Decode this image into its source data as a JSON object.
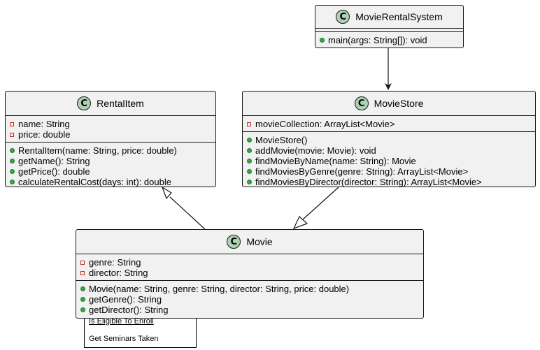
{
  "diagram": {
    "classes": {
      "movie_rental_system": {
        "badge": "C",
        "name": "MovieRentalSystem",
        "fields": [],
        "methods": [
          {
            "visibility": "public",
            "text": "main(args: String[]): void"
          }
        ]
      },
      "rental_item": {
        "badge": "C",
        "name": "RentalItem",
        "fields": [
          {
            "visibility": "private",
            "text": "name: String"
          },
          {
            "visibility": "private",
            "text": "price: double"
          }
        ],
        "methods": [
          {
            "visibility": "public",
            "text": "RentalItem(name: String, price: double)"
          },
          {
            "visibility": "public",
            "text": "getName(): String"
          },
          {
            "visibility": "public",
            "text": "getPrice(): double"
          },
          {
            "visibility": "public",
            "text": "calculateRentalCost(days: int): double"
          }
        ]
      },
      "movie_store": {
        "badge": "C",
        "name": "MovieStore",
        "fields": [
          {
            "visibility": "private",
            "text": "movieCollection: ArrayList<Movie>"
          }
        ],
        "methods": [
          {
            "visibility": "public",
            "text": "MovieStore()"
          },
          {
            "visibility": "public",
            "text": "addMovie(movie: Movie): void"
          },
          {
            "visibility": "public",
            "text": "findMovieByName(name: String): Movie"
          },
          {
            "visibility": "public",
            "text": "findMoviesByGenre(genre: String): ArrayList<Movie>"
          },
          {
            "visibility": "public",
            "text": "findMoviesByDirector(director: String): ArrayList<Movie>"
          }
        ]
      },
      "movie": {
        "badge": "C",
        "name": "Movie",
        "fields": [
          {
            "visibility": "private",
            "text": "genre: String"
          },
          {
            "visibility": "private",
            "text": "director: String"
          }
        ],
        "methods": [
          {
            "visibility": "public",
            "text": "Movie(name: String, genre: String, director: String, price: double)"
          },
          {
            "visibility": "public",
            "text": "getGenre(): String"
          },
          {
            "visibility": "public",
            "text": "getDirector(): String"
          }
        ]
      }
    },
    "stray_box": {
      "line1": "Is Eligible To Enroll",
      "line2": "Get Seminars Taken"
    },
    "colors": {
      "class_fill": "#f1f1f1",
      "class_border": "#181818",
      "badge_fill": "#add1b2",
      "private_marker": "#c82930",
      "public_marker": "#38a540"
    }
  }
}
